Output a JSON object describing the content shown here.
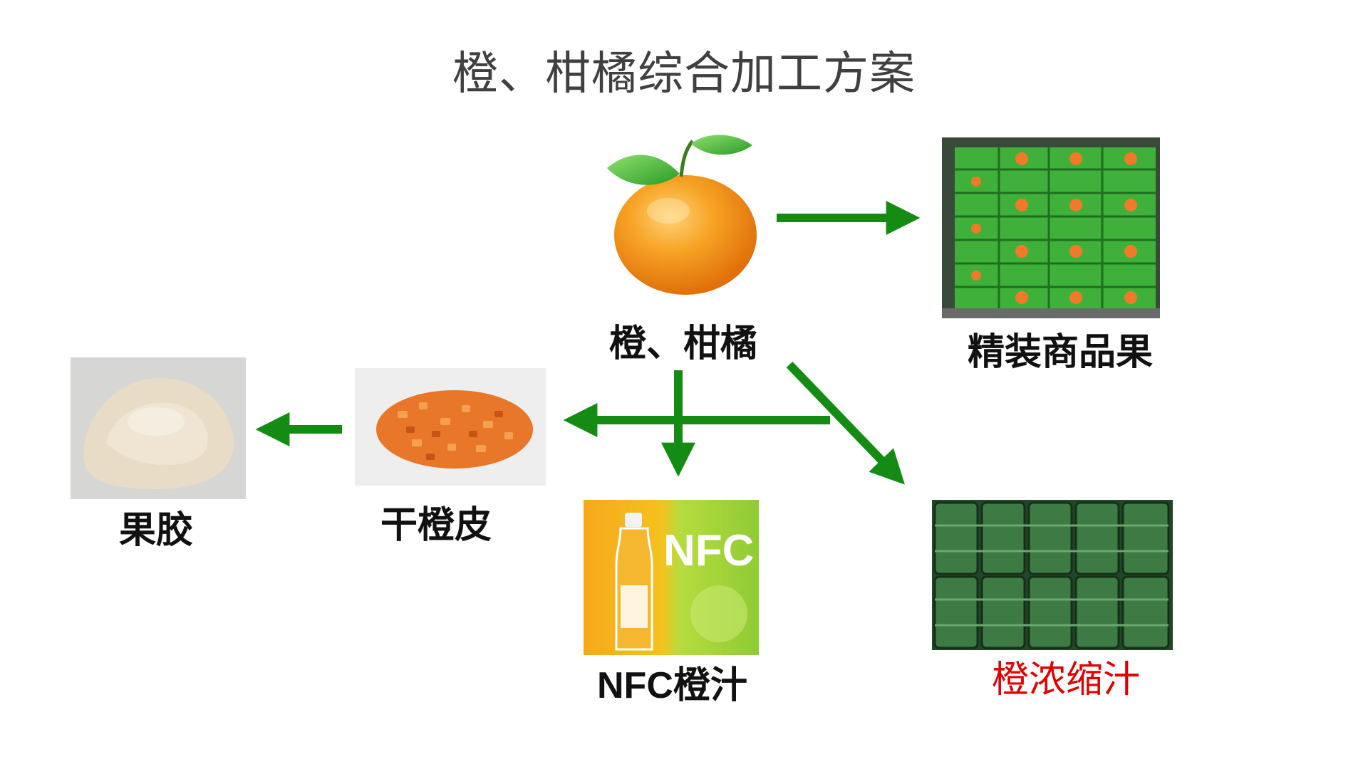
{
  "title": "橙、柑橘综合加工方案",
  "colors": {
    "arrow": "#148c14",
    "label_default": "#111111",
    "label_highlight": "#e00000"
  },
  "nodes": {
    "source": {
      "label": "橙、柑橘",
      "icon": "orange-fruit-icon"
    },
    "packaged": {
      "label": "精装商品果",
      "icon": "fruit-boxes-photo"
    },
    "nfc": {
      "label": "NFC橙汁",
      "icon": "nfc-juice-bottle-photo",
      "photo_text": "NFC"
    },
    "concentrate": {
      "label": "橙浓缩汁",
      "icon": "steel-drums-photo"
    },
    "peel": {
      "label": "干橙皮",
      "icon": "dried-peel-photo"
    },
    "pectin": {
      "label": "果胶",
      "icon": "pectin-powder-photo"
    }
  }
}
